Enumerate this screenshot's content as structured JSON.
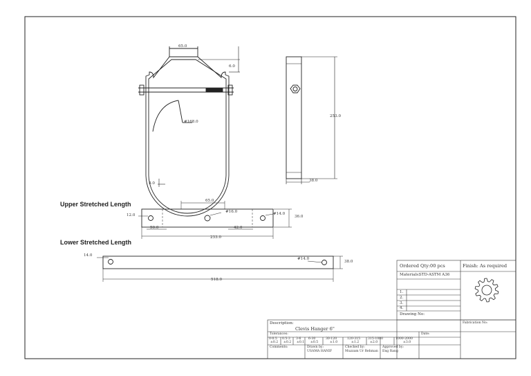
{
  "drawing": {
    "section_upper": "Upper Stretched Length",
    "section_lower": "Lower Stretched Length",
    "dims": {
      "top_width": "65.0",
      "top_offset": "6.0",
      "radius": "#168.0",
      "bottom_thk": "4.0",
      "height": "253.0",
      "side_width": "38.0",
      "u_end_hole": "12.0",
      "u_center": "65.0",
      "u_center_hole": "#16.0",
      "u_right_hole": "#14.0",
      "u_height": "36.0",
      "u_left_off": "50.0",
      "u_right_off": "42.0",
      "u_total": "233.0",
      "l_left_hole": "14.0",
      "l_right_hole": "#14.0",
      "l_height": "38.0",
      "l_total": "518.0"
    }
  },
  "title_block": {
    "ordered_qty_label": "Ordered Qty:",
    "ordered_qty_value": "00 pcs",
    "finish_label": "Finish:",
    "finish_value": "As required",
    "materials_label": "Materials:",
    "materials_value": "STD-ASTM A36",
    "rows": [
      "1.",
      "2.",
      "3.",
      "4."
    ],
    "drawing_no_label": "Drawing No:",
    "description_label": "Description:",
    "description_value": "Clevis Hanger 6\"",
    "fabrication_label": "Fabrication No:",
    "tolerance_label": "Tolerances:",
    "date_label": "Date:",
    "tol_headers": [
      "0-0.5",
      "0.5-3",
      "3-6",
      "6-30",
      "30-120",
      "120-315",
      "315-1000",
      "1000-2000"
    ],
    "tol_values": [
      "±0.2",
      "±0.2",
      "±0.1",
      "±0.5",
      "±1.0",
      "±1.2",
      "±2.0",
      "±3.0"
    ],
    "comments_label": "Comments:",
    "drawn_by_label": "Drawn by:",
    "drawn_by_value": "USAMA HANIF",
    "checked_by_label": "Checked by:",
    "checked_by_value": "Muzzam Ur Rehman",
    "approved_by_label": "Approved by:",
    "approved_by_value": "Eng Rang"
  }
}
